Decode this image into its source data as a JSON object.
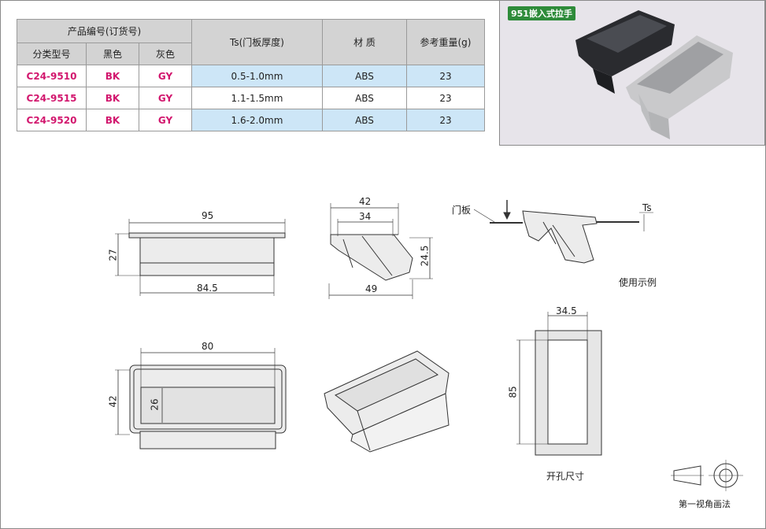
{
  "table": {
    "group_header": "产品编号(订货号)",
    "col_category": "分类型号",
    "col_black": "黑色",
    "col_gray": "灰色",
    "col_ts": "Ts(门板厚度)",
    "col_material": "材  质",
    "col_weight": "参考重量(g)",
    "rows": [
      {
        "code": "C24-9510",
        "black": "BK",
        "gray": "GY",
        "ts": "0.5-1.0mm",
        "material": "ABS",
        "weight": "23"
      },
      {
        "code": "C24-9515",
        "black": "BK",
        "gray": "GY",
        "ts": "1.1-1.5mm",
        "material": "ABS",
        "weight": "23"
      },
      {
        "code": "C24-9520",
        "black": "BK",
        "gray": "GY",
        "ts": "1.6-2.0mm",
        "material": "ABS",
        "weight": "23"
      }
    ]
  },
  "photo": {
    "badge": "951嵌入式拉手"
  },
  "dimensions": {
    "front_width": "95",
    "front_height": "27",
    "front_inner": "84.5",
    "side_top": "42",
    "side_inner": "34",
    "side_height": "24.5",
    "side_bottom": "49",
    "top_width": "80",
    "top_height": "42",
    "top_inner": "26",
    "cutout_width": "34.5",
    "cutout_height": "85"
  },
  "labels": {
    "door_panel": "门板",
    "ts": "Ts",
    "usage_example": "使用示例",
    "cutout_size": "开孔尺寸",
    "projection": "第一视角画法"
  },
  "colors": {
    "code_magenta": "#d2176e",
    "header_gray": "#d3d3d3",
    "value_blue": "#cde6f7",
    "badge_green": "#2e8b3a"
  }
}
